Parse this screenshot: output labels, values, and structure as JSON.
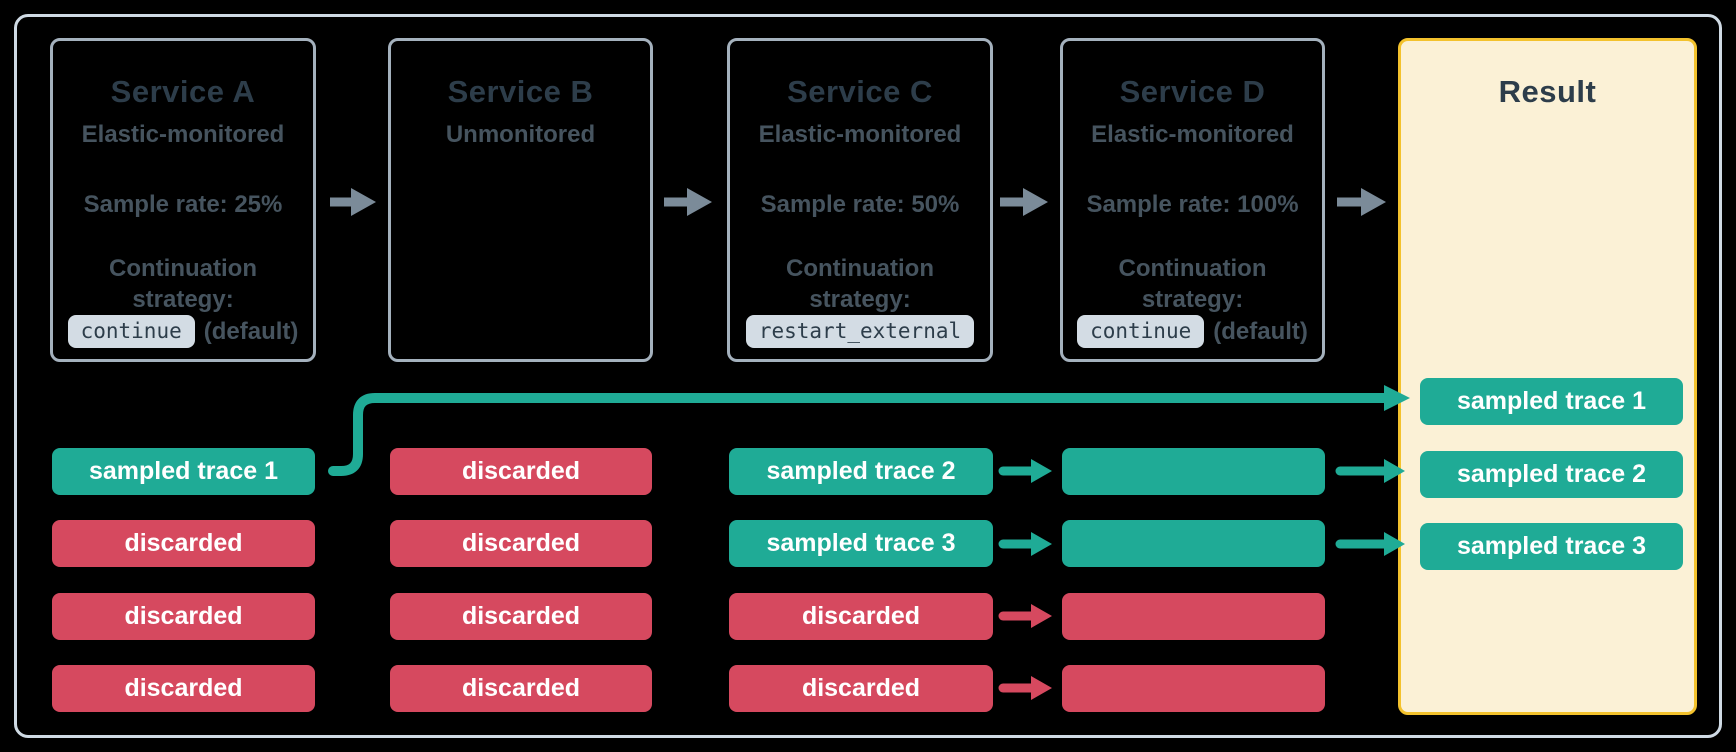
{
  "palette": {
    "teal": "#1fab96",
    "red": "#d6495f",
    "title_text": "#2d3d4a",
    "body_text": "#46545f",
    "box_border": "#a4b1bd",
    "outer_border": "#cfdae4",
    "badge_bg": "#d3dce4",
    "result_bg": "#fbf1d6",
    "result_border": "#f3c22d",
    "arrow_gray": "#7b8b99",
    "bar_text": "#ffffff"
  },
  "services": [
    {
      "title": "Service A",
      "subtitle": "Elastic-monitored",
      "sample_rate": "Sample rate: 25%",
      "continuation_label": "Continuation strategy:",
      "badge": "continue",
      "badge_suffix": "(default)"
    },
    {
      "title": "Service B",
      "subtitle": "Unmonitored"
    },
    {
      "title": "Service C",
      "subtitle": "Elastic-monitored",
      "sample_rate": "Sample rate: 50%",
      "continuation_label": "Continuation strategy:",
      "badge": "restart_external",
      "badge_suffix": ""
    },
    {
      "title": "Service D",
      "subtitle": "Elastic-monitored",
      "sample_rate": "Sample rate: 100%",
      "continuation_label": "Continuation strategy:",
      "badge": "continue",
      "badge_suffix": "(default)"
    }
  ],
  "columns": [
    {
      "service": "Service A",
      "bars": [
        {
          "label": "sampled trace 1",
          "status": "sampled"
        },
        {
          "label": "discarded",
          "status": "discarded"
        },
        {
          "label": "discarded",
          "status": "discarded"
        },
        {
          "label": "discarded",
          "status": "discarded"
        }
      ]
    },
    {
      "service": "Service B",
      "bars": [
        {
          "label": "discarded",
          "status": "discarded"
        },
        {
          "label": "discarded",
          "status": "discarded"
        },
        {
          "label": "discarded",
          "status": "discarded"
        },
        {
          "label": "discarded",
          "status": "discarded"
        }
      ]
    },
    {
      "service": "Service C",
      "bars": [
        {
          "label": "sampled trace 2",
          "status": "sampled"
        },
        {
          "label": "sampled trace 3",
          "status": "sampled"
        },
        {
          "label": "discarded",
          "status": "discarded"
        },
        {
          "label": "discarded",
          "status": "discarded"
        }
      ]
    },
    {
      "service": "Service D",
      "bars": [
        {
          "label": "",
          "status": "sampled"
        },
        {
          "label": "",
          "status": "sampled"
        },
        {
          "label": "",
          "status": "discarded"
        },
        {
          "label": "",
          "status": "discarded"
        }
      ]
    }
  ],
  "result": {
    "title": "Result",
    "bars": [
      {
        "label": "sampled trace 1",
        "status": "sampled"
      },
      {
        "label": "sampled trace 2",
        "status": "sampled"
      },
      {
        "label": "sampled trace 3",
        "status": "sampled"
      }
    ]
  }
}
